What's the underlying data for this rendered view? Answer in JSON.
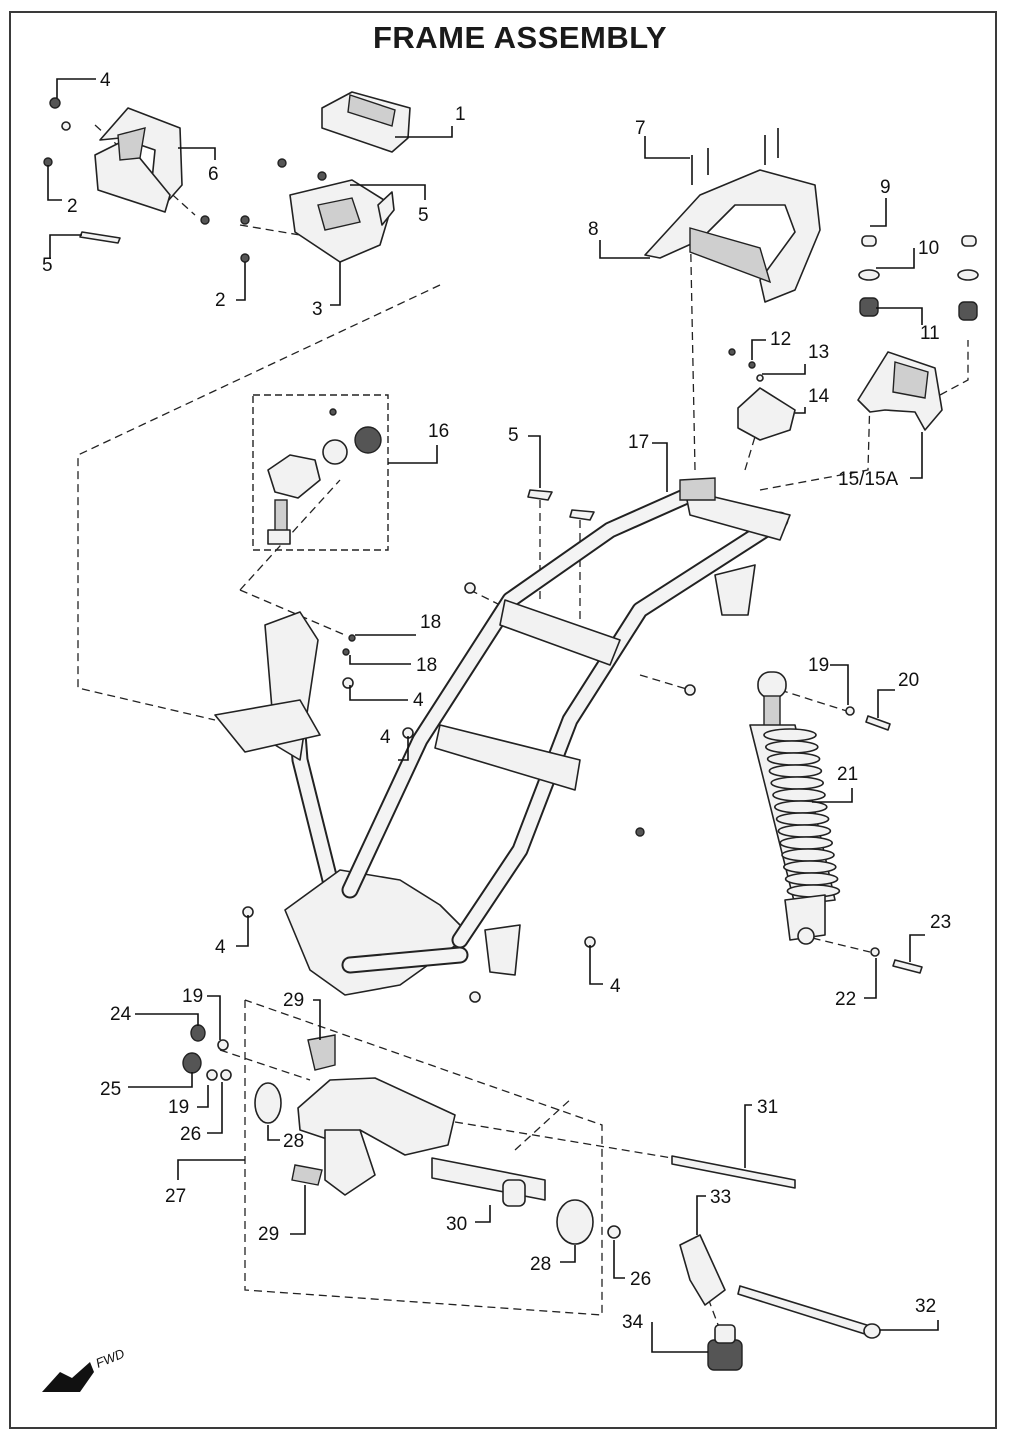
{
  "title": "FRAME ASSEMBLY",
  "fwd_label": "FWD",
  "callouts": [
    {
      "id": "c1",
      "label": "1"
    },
    {
      "id": "c2a",
      "label": "2"
    },
    {
      "id": "c2b",
      "label": "2"
    },
    {
      "id": "c3",
      "label": "3"
    },
    {
      "id": "c4a",
      "label": "4"
    },
    {
      "id": "c4b",
      "label": "4"
    },
    {
      "id": "c4c",
      "label": "4"
    },
    {
      "id": "c4d",
      "label": "4"
    },
    {
      "id": "c4e",
      "label": "4"
    },
    {
      "id": "c5a",
      "label": "5"
    },
    {
      "id": "c5b",
      "label": "5"
    },
    {
      "id": "c5c",
      "label": "5"
    },
    {
      "id": "c6",
      "label": "6"
    },
    {
      "id": "c7",
      "label": "7"
    },
    {
      "id": "c8",
      "label": "8"
    },
    {
      "id": "c9",
      "label": "9"
    },
    {
      "id": "c10",
      "label": "10"
    },
    {
      "id": "c11",
      "label": "11"
    },
    {
      "id": "c12",
      "label": "12"
    },
    {
      "id": "c13",
      "label": "13"
    },
    {
      "id": "c14",
      "label": "14"
    },
    {
      "id": "c15",
      "label": "15/15A"
    },
    {
      "id": "c16",
      "label": "16"
    },
    {
      "id": "c17",
      "label": "17"
    },
    {
      "id": "c18a",
      "label": "18"
    },
    {
      "id": "c18b",
      "label": "18"
    },
    {
      "id": "c19a",
      "label": "19"
    },
    {
      "id": "c19b",
      "label": "19"
    },
    {
      "id": "c19c",
      "label": "19"
    },
    {
      "id": "c20",
      "label": "20"
    },
    {
      "id": "c21",
      "label": "21"
    },
    {
      "id": "c22",
      "label": "22"
    },
    {
      "id": "c23",
      "label": "23"
    },
    {
      "id": "c24",
      "label": "24"
    },
    {
      "id": "c25",
      "label": "25"
    },
    {
      "id": "c26a",
      "label": "26"
    },
    {
      "id": "c26b",
      "label": "26"
    },
    {
      "id": "c27",
      "label": "27"
    },
    {
      "id": "c28a",
      "label": "28"
    },
    {
      "id": "c28b",
      "label": "28"
    },
    {
      "id": "c29a",
      "label": "29"
    },
    {
      "id": "c29b",
      "label": "29"
    },
    {
      "id": "c30",
      "label": "30"
    },
    {
      "id": "c31",
      "label": "31"
    },
    {
      "id": "c32",
      "label": "32"
    },
    {
      "id": "c33",
      "label": "33"
    },
    {
      "id": "c34",
      "label": "34"
    }
  ]
}
